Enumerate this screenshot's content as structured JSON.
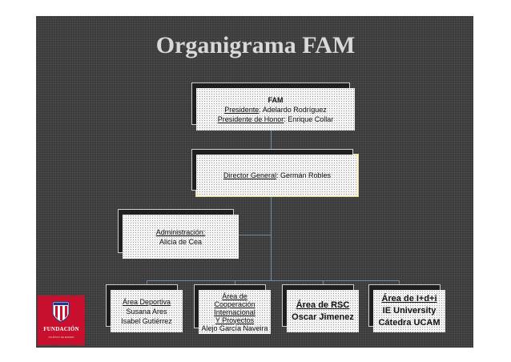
{
  "slide": {
    "title": "Organigrama FAM"
  },
  "org": {
    "fam": {
      "title": "FAM",
      "presidente_label": "Presidente",
      "presidente_name": ": Adelardo Rodríguez",
      "honor_label": "Presidente de Honor",
      "honor_name": ": Enrique Collar"
    },
    "director": {
      "label": "Director General",
      "name": ": Germán Robles"
    },
    "admin": {
      "label": "Administración:",
      "name": "Alicia de Cea"
    },
    "areas": [
      {
        "lines": [
          "Área Deportiva",
          "Susana Ares",
          "Isabel Gutiérrez"
        ]
      },
      {
        "lines": [
          "Área de",
          "Cooperación",
          "Internacional",
          "Y Proyectos",
          "Alejo García Naveira"
        ]
      },
      {
        "lines": [
          "Área de RSC",
          "Oscar Jimenez"
        ]
      },
      {
        "lines": [
          "Área de I+d+i",
          "IE University",
          "Cátedra UCAM"
        ]
      }
    ]
  },
  "logo": {
    "name": "FUNDACIÓN",
    "sub": "ATLÉTICO DE MADRID",
    "colors": {
      "red": "#c8102e",
      "blue": "#1d3a8a"
    }
  }
}
